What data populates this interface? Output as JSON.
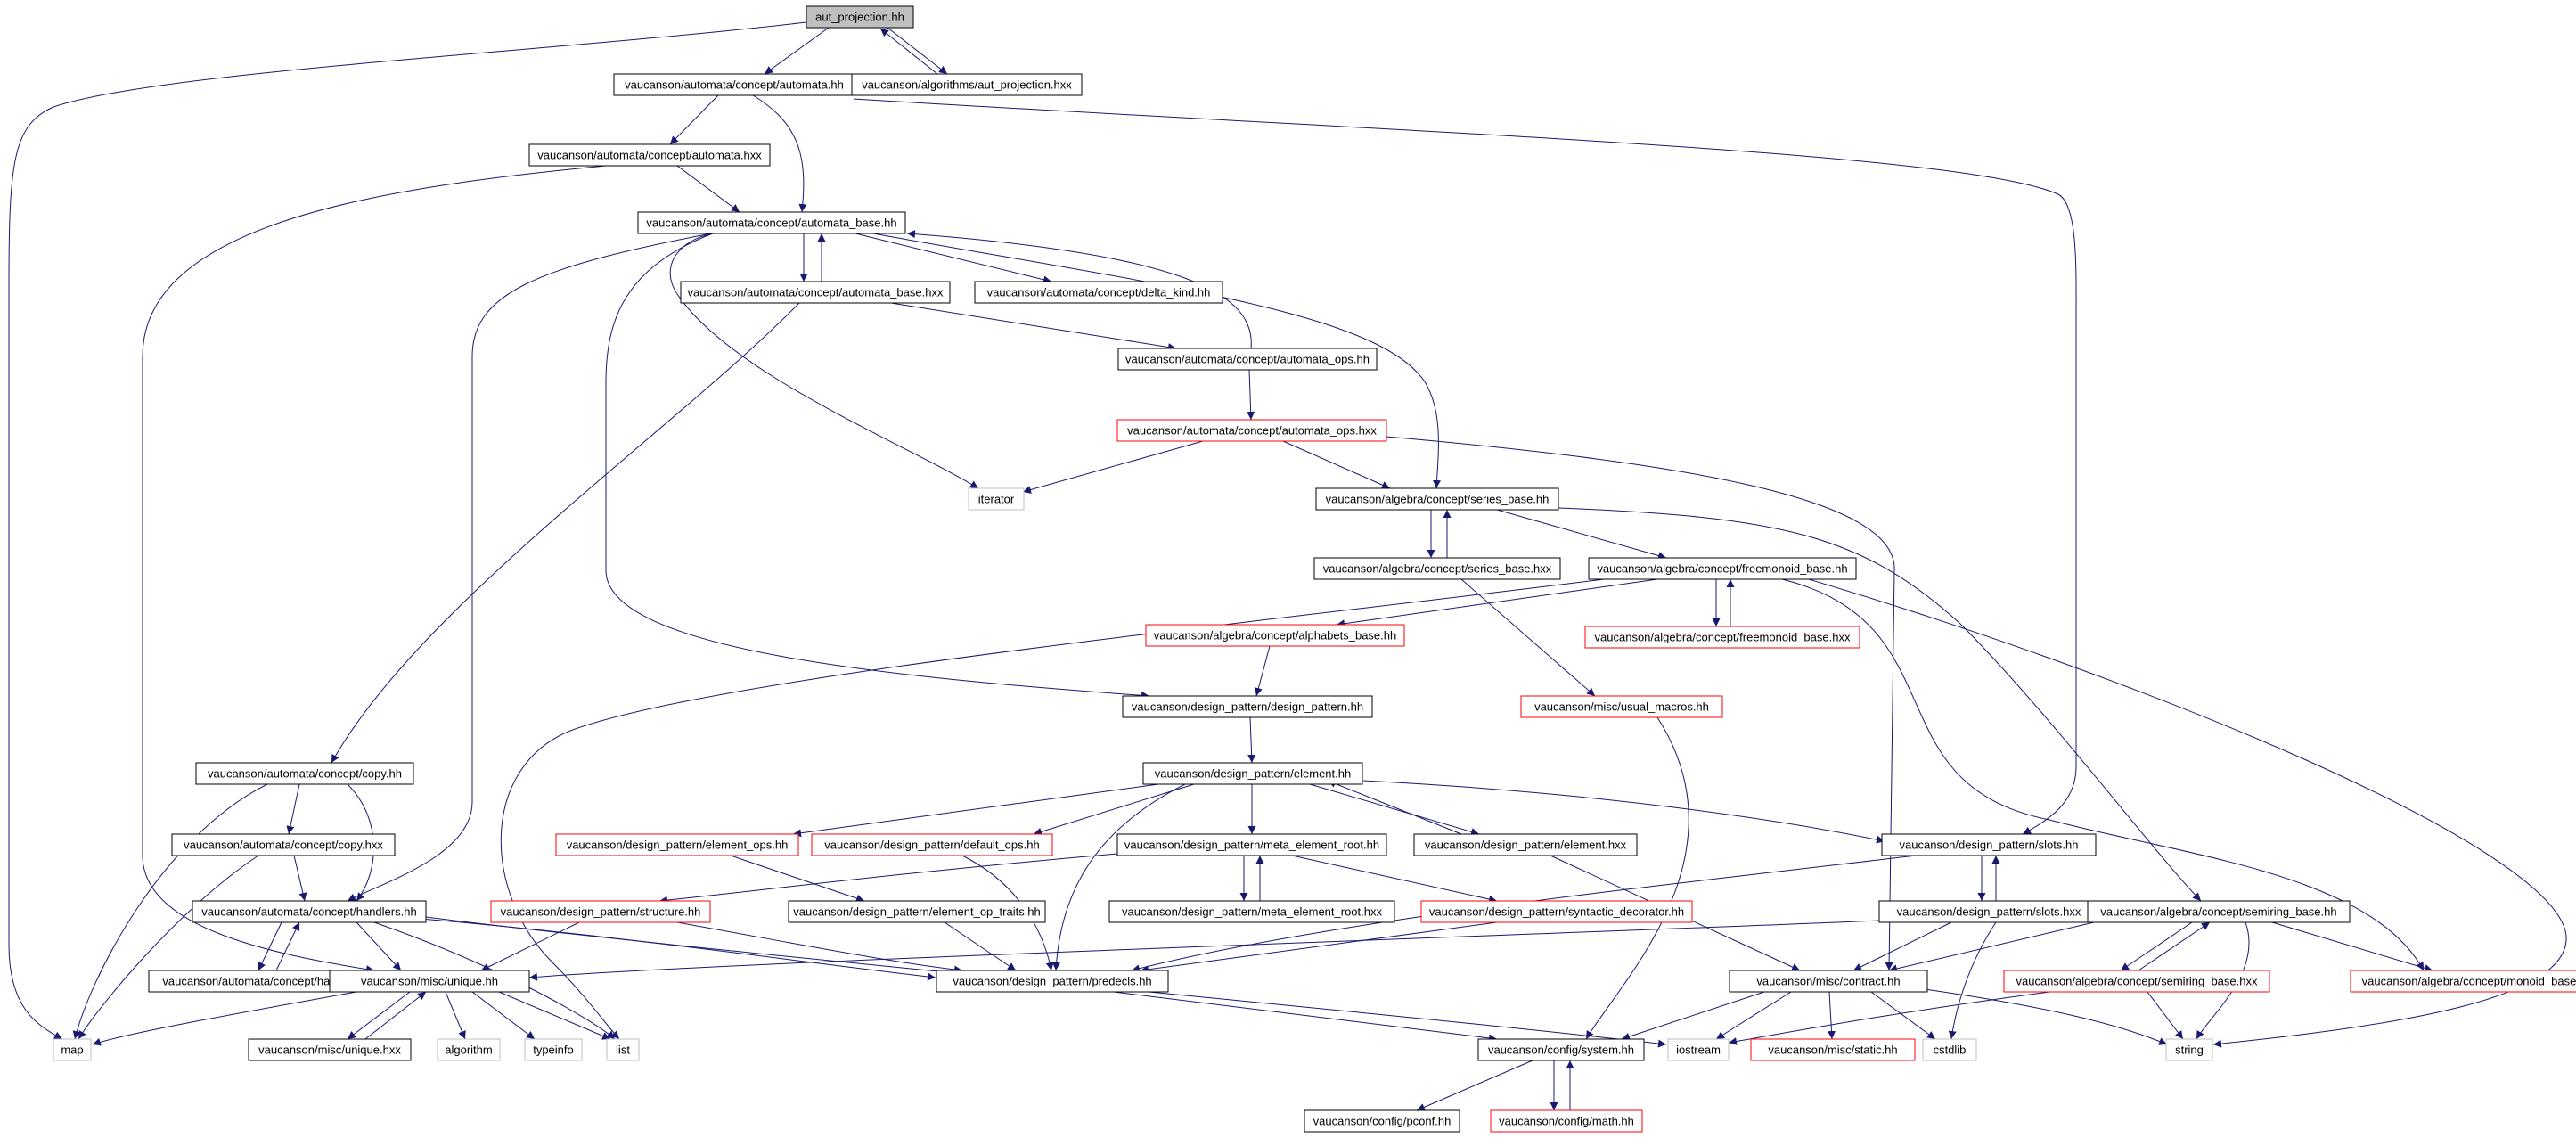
{
  "colors": {
    "edge": "#191970",
    "node_border": "#000000",
    "node_border_incomplete": "#ff0000",
    "node_border_external": "#bfbfbf",
    "root_fill": "#bfbfbf",
    "background": "#ffffff"
  },
  "nodes": {
    "aut_projection_hh": "aut_projection.hh",
    "automata_hh": "vaucanson/automata/concept/automata.hh",
    "aut_projection_hxx": "vaucanson/algorithms/aut_projection.hxx",
    "automata_hxx": "vaucanson/automata/concept/automata.hxx",
    "automata_base_hh": "vaucanson/automata/concept/automata_base.hh",
    "automata_base_hxx": "vaucanson/automata/concept/automata_base.hxx",
    "delta_kind_hh": "vaucanson/automata/concept/delta_kind.hh",
    "automata_ops_hh": "vaucanson/automata/concept/automata_ops.hh",
    "automata_ops_hxx": "vaucanson/automata/concept/automata_ops.hxx",
    "iterator": "iterator",
    "series_base_hh": "vaucanson/algebra/concept/series_base.hh",
    "series_base_hxx": "vaucanson/algebra/concept/series_base.hxx",
    "freemonoid_base_hh": "vaucanson/algebra/concept/freemonoid_base.hh",
    "alphabets_base_hh": "vaucanson/algebra/concept/alphabets_base.hh",
    "freemonoid_base_hxx": "vaucanson/algebra/concept/freemonoid_base.hxx",
    "design_pattern_hh": "vaucanson/design_pattern/design_pattern.hh",
    "usual_macros_hh": "vaucanson/misc/usual_macros.hh",
    "copy_hh": "vaucanson/automata/concept/copy.hh",
    "element_hh": "vaucanson/design_pattern/element.hh",
    "copy_hxx": "vaucanson/automata/concept/copy.hxx",
    "element_ops_hh": "vaucanson/design_pattern/element_ops.hh",
    "default_ops_hh": "vaucanson/design_pattern/default_ops.hh",
    "meta_element_root_hh": "vaucanson/design_pattern/meta_element_root.hh",
    "element_hxx": "vaucanson/design_pattern/element.hxx",
    "slots_hh": "vaucanson/design_pattern/slots.hh",
    "handlers_hh": "vaucanson/automata/concept/handlers.hh",
    "structure_hh": "vaucanson/design_pattern/structure.hh",
    "element_op_traits_hh": "vaucanson/design_pattern/element_op_traits.hh",
    "meta_element_root_hxx": "vaucanson/design_pattern/meta_element_root.hxx",
    "syntactic_decorator_hh": "vaucanson/design_pattern/syntactic_decorator.hh",
    "slots_hxx": "vaucanson/design_pattern/slots.hxx",
    "semiring_base_hh": "vaucanson/algebra/concept/semiring_base.hh",
    "handlers_hxx": "vaucanson/automata/concept/handlers.hxx",
    "unique_hh": "vaucanson/misc/unique.hh",
    "predecls_hh": "vaucanson/design_pattern/predecls.hh",
    "contract_hh": "vaucanson/misc/contract.hh",
    "semiring_base_hxx": "vaucanson/algebra/concept/semiring_base.hxx",
    "monoid_base_hh": "vaucanson/algebra/concept/monoid_base.hh",
    "map": "map",
    "unique_hxx": "vaucanson/misc/unique.hxx",
    "algorithm": "algorithm",
    "typeinfo": "typeinfo",
    "list": "list",
    "system_hh": "vaucanson/config/system.hh",
    "iostream": "iostream",
    "static_hh": "vaucanson/misc/static.hh",
    "cstdlib": "cstdlib",
    "string": "string",
    "pconf_hh": "vaucanson/config/pconf.hh",
    "math_hh": "vaucanson/config/math.hh"
  }
}
